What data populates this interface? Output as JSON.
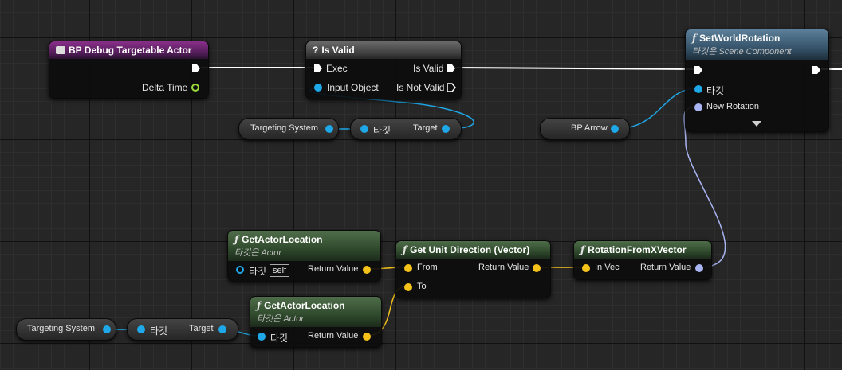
{
  "colors": {
    "background": "#262626",
    "exec_wire": "#ffffff",
    "object_pin": "#1fa8e8",
    "vector_pin": "#f5c21a",
    "rotator_pin": "#a9b4f2",
    "float_pin": "#9bdc3a"
  },
  "event_node": {
    "title": "BP Debug Targetable Actor",
    "delta_time": "Delta Time",
    "icon": "event-icon"
  },
  "is_valid": {
    "title": "Is Valid",
    "exec": "Exec",
    "is_valid": "Is Valid",
    "input_object": "Input Object",
    "is_not_valid": "Is Not Valid",
    "icon": "question-icon"
  },
  "set_world_rotation": {
    "title": "SetWorldRotation",
    "subtitle": "타깃은 Scene Component",
    "target": "타깃",
    "new_rotation": "New Rotation",
    "icon": "function-icon"
  },
  "targeting_system_1": {
    "label": "Targeting System"
  },
  "target_getter_1": {
    "in": "타깃",
    "out": "Target"
  },
  "bp_arrow": {
    "label": "BP Arrow"
  },
  "get_actor_location_1": {
    "title": "GetActorLocation",
    "subtitle": "타깃은 Actor",
    "target": "타깃",
    "self": "self",
    "return": "Return Value"
  },
  "get_unit_direction": {
    "title": "Get Unit Direction (Vector)",
    "from": "From",
    "to": "To",
    "return": "Return Value"
  },
  "rotation_from_x": {
    "title": "RotationFromXVector",
    "in_vec": "In Vec",
    "return": "Return Value"
  },
  "targeting_system_2": {
    "label": "Targeting System"
  },
  "target_getter_2": {
    "in": "타깃",
    "out": "Target"
  },
  "get_actor_location_2": {
    "title": "GetActorLocation",
    "subtitle": "타깃은 Actor",
    "target": "타깃",
    "return": "Return Value"
  }
}
